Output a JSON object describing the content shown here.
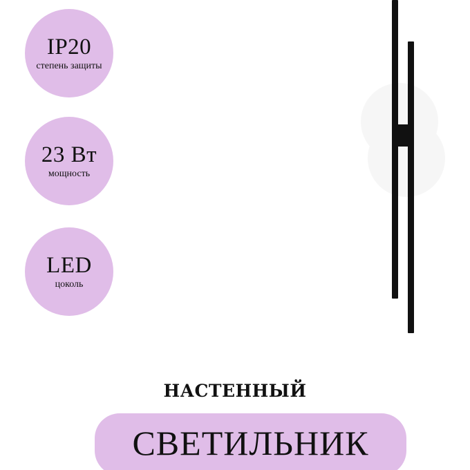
{
  "colors": {
    "accent": "#E0BDE8",
    "text": "#111111",
    "lamp_rod": "#111111",
    "lamp_disc": "#F5F5F5",
    "background": "#FFFFFF"
  },
  "badges": [
    {
      "main": "IP20",
      "sub": "степень защиты"
    },
    {
      "main": "23 Вт",
      "sub": "мощность"
    },
    {
      "main": "LED",
      "sub": "цоколь"
    }
  ],
  "heading": {
    "top": "НАСТЕННЫЙ",
    "main": "СВЕТИЛЬНИК"
  },
  "product_image": {
    "icon": "wall-lamp-icon"
  }
}
